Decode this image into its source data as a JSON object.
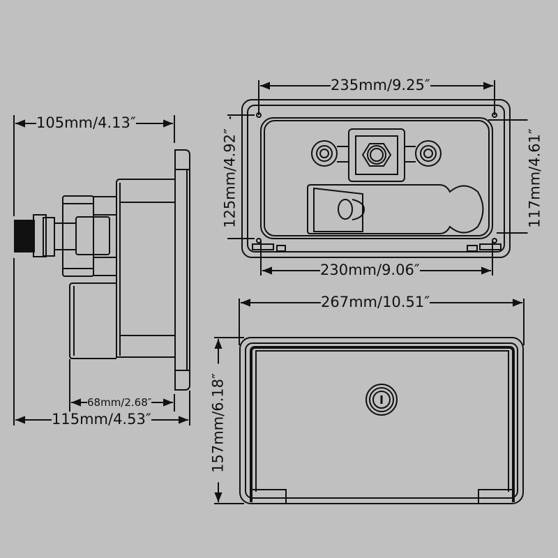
{
  "diagram": {
    "type": "dimension-drawing",
    "background": "#c0c0c0",
    "line_color": "#111111"
  },
  "side_view": {
    "depth_front_label": "105mm/4.13″",
    "body_depth_label": "68mm/2.68″",
    "total_depth_label": "115mm/4.53″"
  },
  "rear_view": {
    "flange_width_label": "235mm/9.25″",
    "left_height_label": "125mm/4.92″",
    "right_height_label": "117mm/4.61″",
    "body_width_label": "230mm/9.06″"
  },
  "front_view": {
    "width_label": "267mm/10.51″",
    "height_label": "157mm/6.18″",
    "lock": "keyhole-lock"
  }
}
